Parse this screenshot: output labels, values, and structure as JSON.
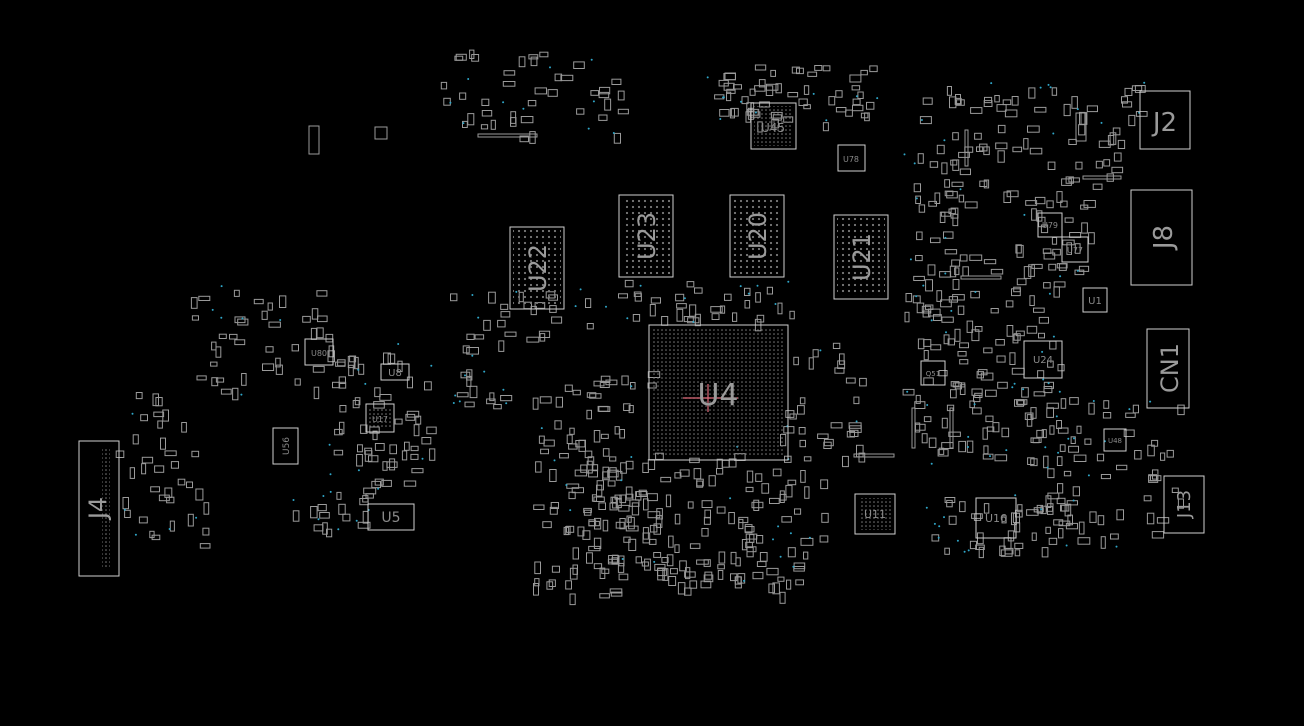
{
  "viewer": {
    "background": "#000000",
    "outline_color": "#cfcfcf",
    "label_color": "#8a8a8a",
    "via_color": "#2fa6c8",
    "marker_color": "#e06a7a"
  },
  "components": {
    "u4": "U4",
    "u22": "U22",
    "u23": "U23",
    "u20": "U20",
    "u21": "U21",
    "u45": "U45",
    "u78": "U78",
    "j2": "J2",
    "j8": "J8",
    "cn1": "CN1",
    "j4": "J4",
    "j13": "J13",
    "u16": "U16",
    "u24": "U24",
    "u1": "U1",
    "u77": "U77",
    "u79": "U79",
    "u56": "U56",
    "u5": "U5",
    "u8": "U8",
    "u80": "U80",
    "u17": "U17",
    "u11": "U11",
    "u48": "U48",
    "q51": "Q51"
  }
}
